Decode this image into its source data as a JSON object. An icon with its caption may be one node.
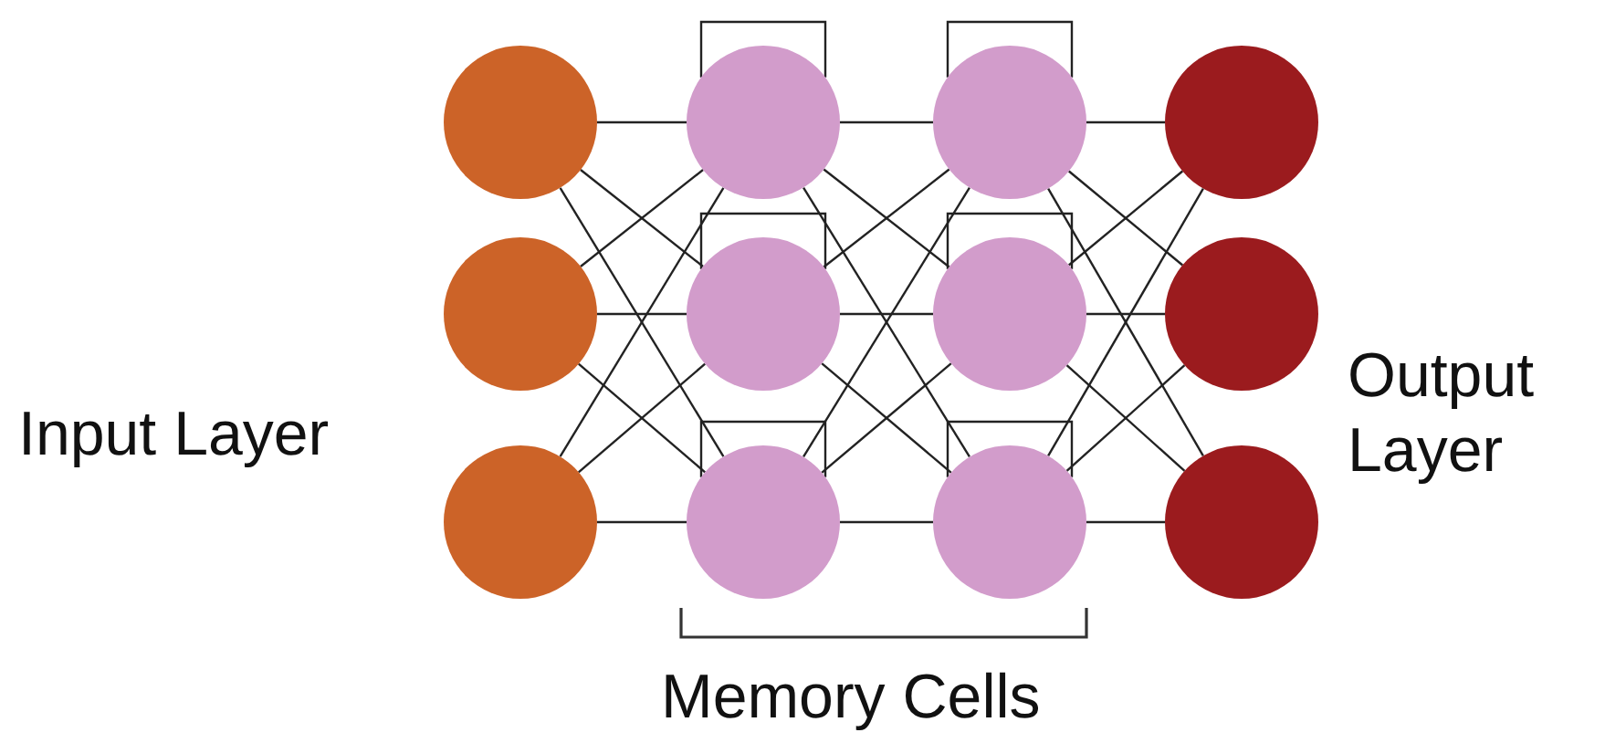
{
  "diagram": {
    "nodes": [
      {
        "text": [],
        "shape": "circle"
      },
      {
        "text": [],
        "shape": "circle"
      },
      {
        "text": [],
        "shape": "circle"
      },
      {
        "text": [],
        "shape": "circle"
      },
      {
        "text": [],
        "shape": "circle"
      },
      {
        "text": [],
        "shape": "circle"
      },
      {
        "text": [],
        "shape": "circle"
      },
      {
        "text": [],
        "shape": "circle"
      },
      {
        "text": [],
        "shape": "circle"
      },
      {
        "text": [],
        "shape": "circle"
      },
      {
        "text": [],
        "shape": "circle"
      },
      {
        "text": [],
        "shape": "circle"
      }
    ],
    "edges": [
      {
        "from": 0,
        "to": 3,
        "arrow": "none"
      },
      {
        "from": 0,
        "to": 4,
        "arrow": "none"
      },
      {
        "from": 0,
        "to": 5,
        "arrow": "none"
      },
      {
        "from": 1,
        "to": 3,
        "arrow": "none"
      },
      {
        "from": 1,
        "to": 4,
        "arrow": "none"
      },
      {
        "from": 1,
        "to": 5,
        "arrow": "none"
      },
      {
        "from": 2,
        "to": 3,
        "arrow": "none"
      },
      {
        "from": 2,
        "to": 4,
        "arrow": "none"
      },
      {
        "from": 2,
        "to": 5,
        "arrow": "none"
      },
      {
        "from": 3,
        "to": 3,
        "arrow": "none"
      },
      {
        "from": 4,
        "to": 4,
        "arrow": "none"
      },
      {
        "from": 5,
        "to": 5,
        "arrow": "none"
      },
      {
        "from": 3,
        "to": 6,
        "arrow": "none"
      },
      {
        "from": 3,
        "to": 7,
        "arrow": "none"
      },
      {
        "from": 3,
        "to": 8,
        "arrow": "none"
      },
      {
        "from": 4,
        "to": 6,
        "arrow": "none"
      },
      {
        "from": 4,
        "to": 7,
        "arrow": "none"
      },
      {
        "from": 4,
        "to": 8,
        "arrow": "none"
      },
      {
        "from": 5,
        "to": 6,
        "arrow": "none"
      },
      {
        "from": 5,
        "to": 7,
        "arrow": "none"
      },
      {
        "from": 5,
        "to": 8,
        "arrow": "none"
      },
      {
        "from": 6,
        "to": 6,
        "arrow": "none"
      },
      {
        "from": 7,
        "to": 7,
        "arrow": "none"
      },
      {
        "from": 8,
        "to": 8,
        "arrow": "none"
      },
      {
        "from": 6,
        "to": 9,
        "arrow": "none"
      },
      {
        "from": 6,
        "to": 10,
        "arrow": "none"
      },
      {
        "from": 6,
        "to": 11,
        "arrow": "none"
      },
      {
        "from": 7,
        "to": 9,
        "arrow": "none"
      },
      {
        "from": 7,
        "to": 10,
        "arrow": "none"
      },
      {
        "from": 7,
        "to": 11,
        "arrow": "none"
      },
      {
        "from": 8,
        "to": 9,
        "arrow": "none"
      },
      {
        "from": 8,
        "to": 10,
        "arrow": "none"
      },
      {
        "from": 8,
        "to": 11,
        "arrow": "none"
      }
    ],
    "labels": [
      "Input Layer",
      "Output Layer",
      "Memory Cells"
    ]
  }
}
